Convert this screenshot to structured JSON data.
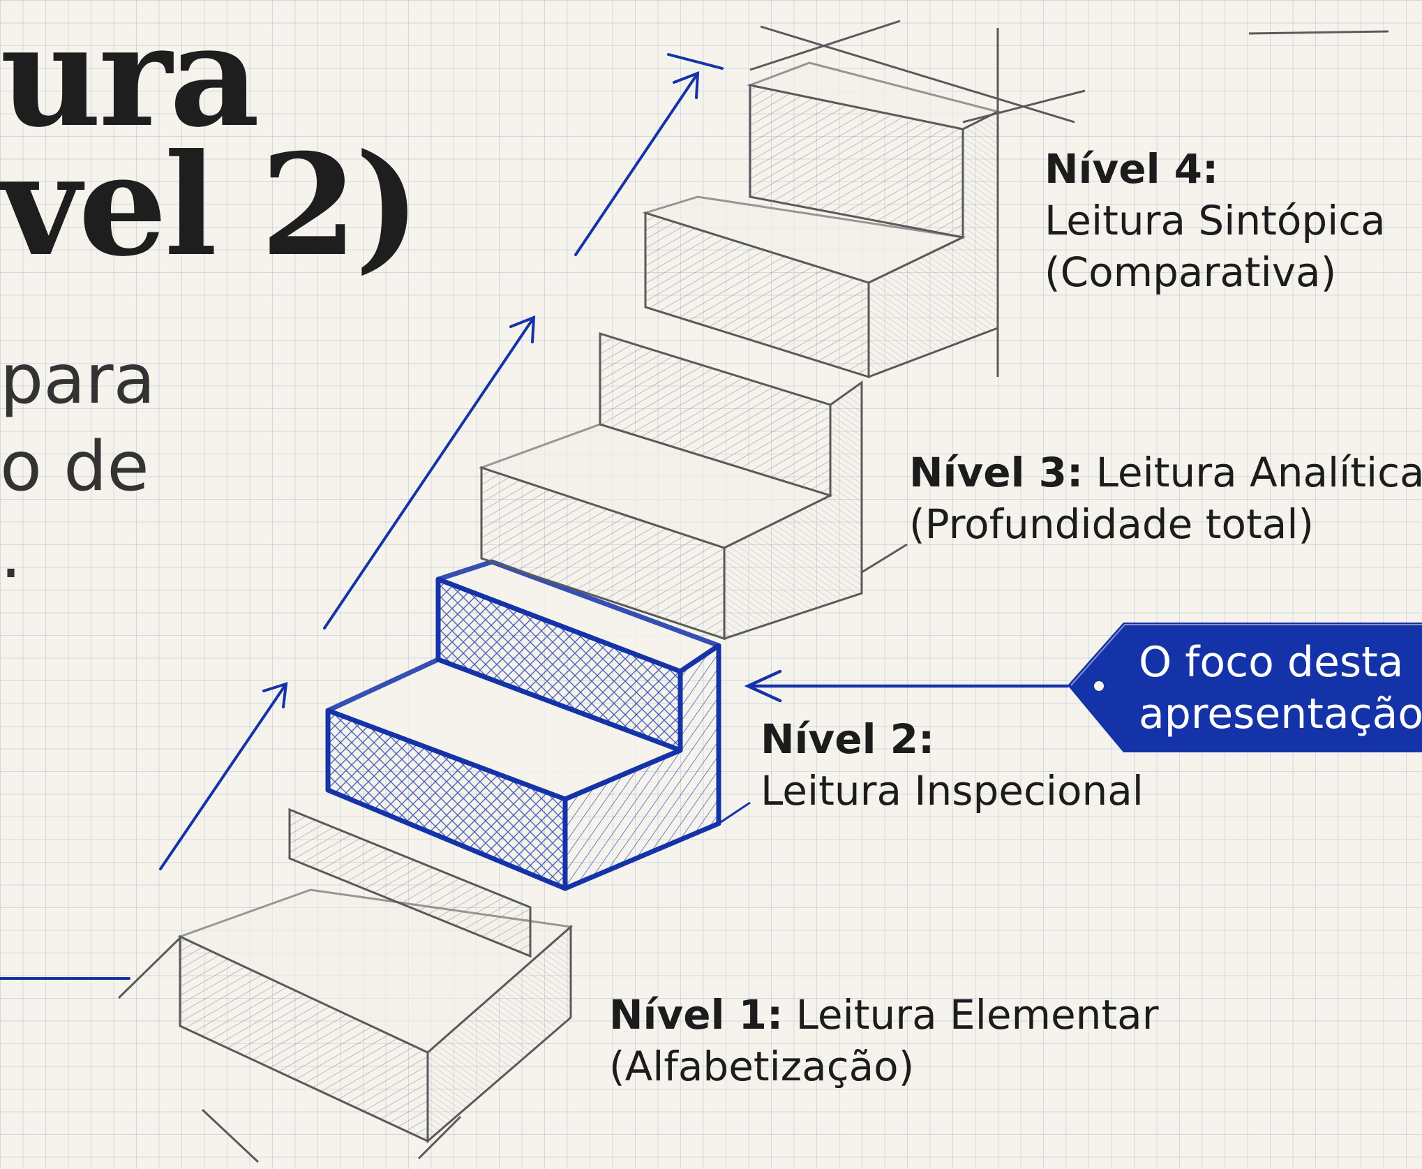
{
  "title": {
    "line1": "ura",
    "line2": "vel 2)"
  },
  "subtitle": {
    "line1": "para",
    "line2": "o de",
    "line3": "."
  },
  "levels": [
    {
      "key": "Nível 1:",
      "name": "Leitura Elementar",
      "desc": "(Alfabetização)"
    },
    {
      "key": "Nível 2:",
      "name": "Leitura Inspecional"
    },
    {
      "key": "Nível 3:",
      "name": "Leitura Analítica",
      "desc": "(Profundidade total)"
    },
    {
      "key": "Nível 4:",
      "name": "Leitura Sintópica",
      "desc": "(Comparativa)"
    }
  ],
  "callout": {
    "line1": "O foco desta",
    "line2": "apresentação"
  },
  "colors": {
    "accent": "#1533a8",
    "pencil": "#5a5a5a",
    "paper": "#f5f3ec",
    "grid": "#7896c8"
  }
}
